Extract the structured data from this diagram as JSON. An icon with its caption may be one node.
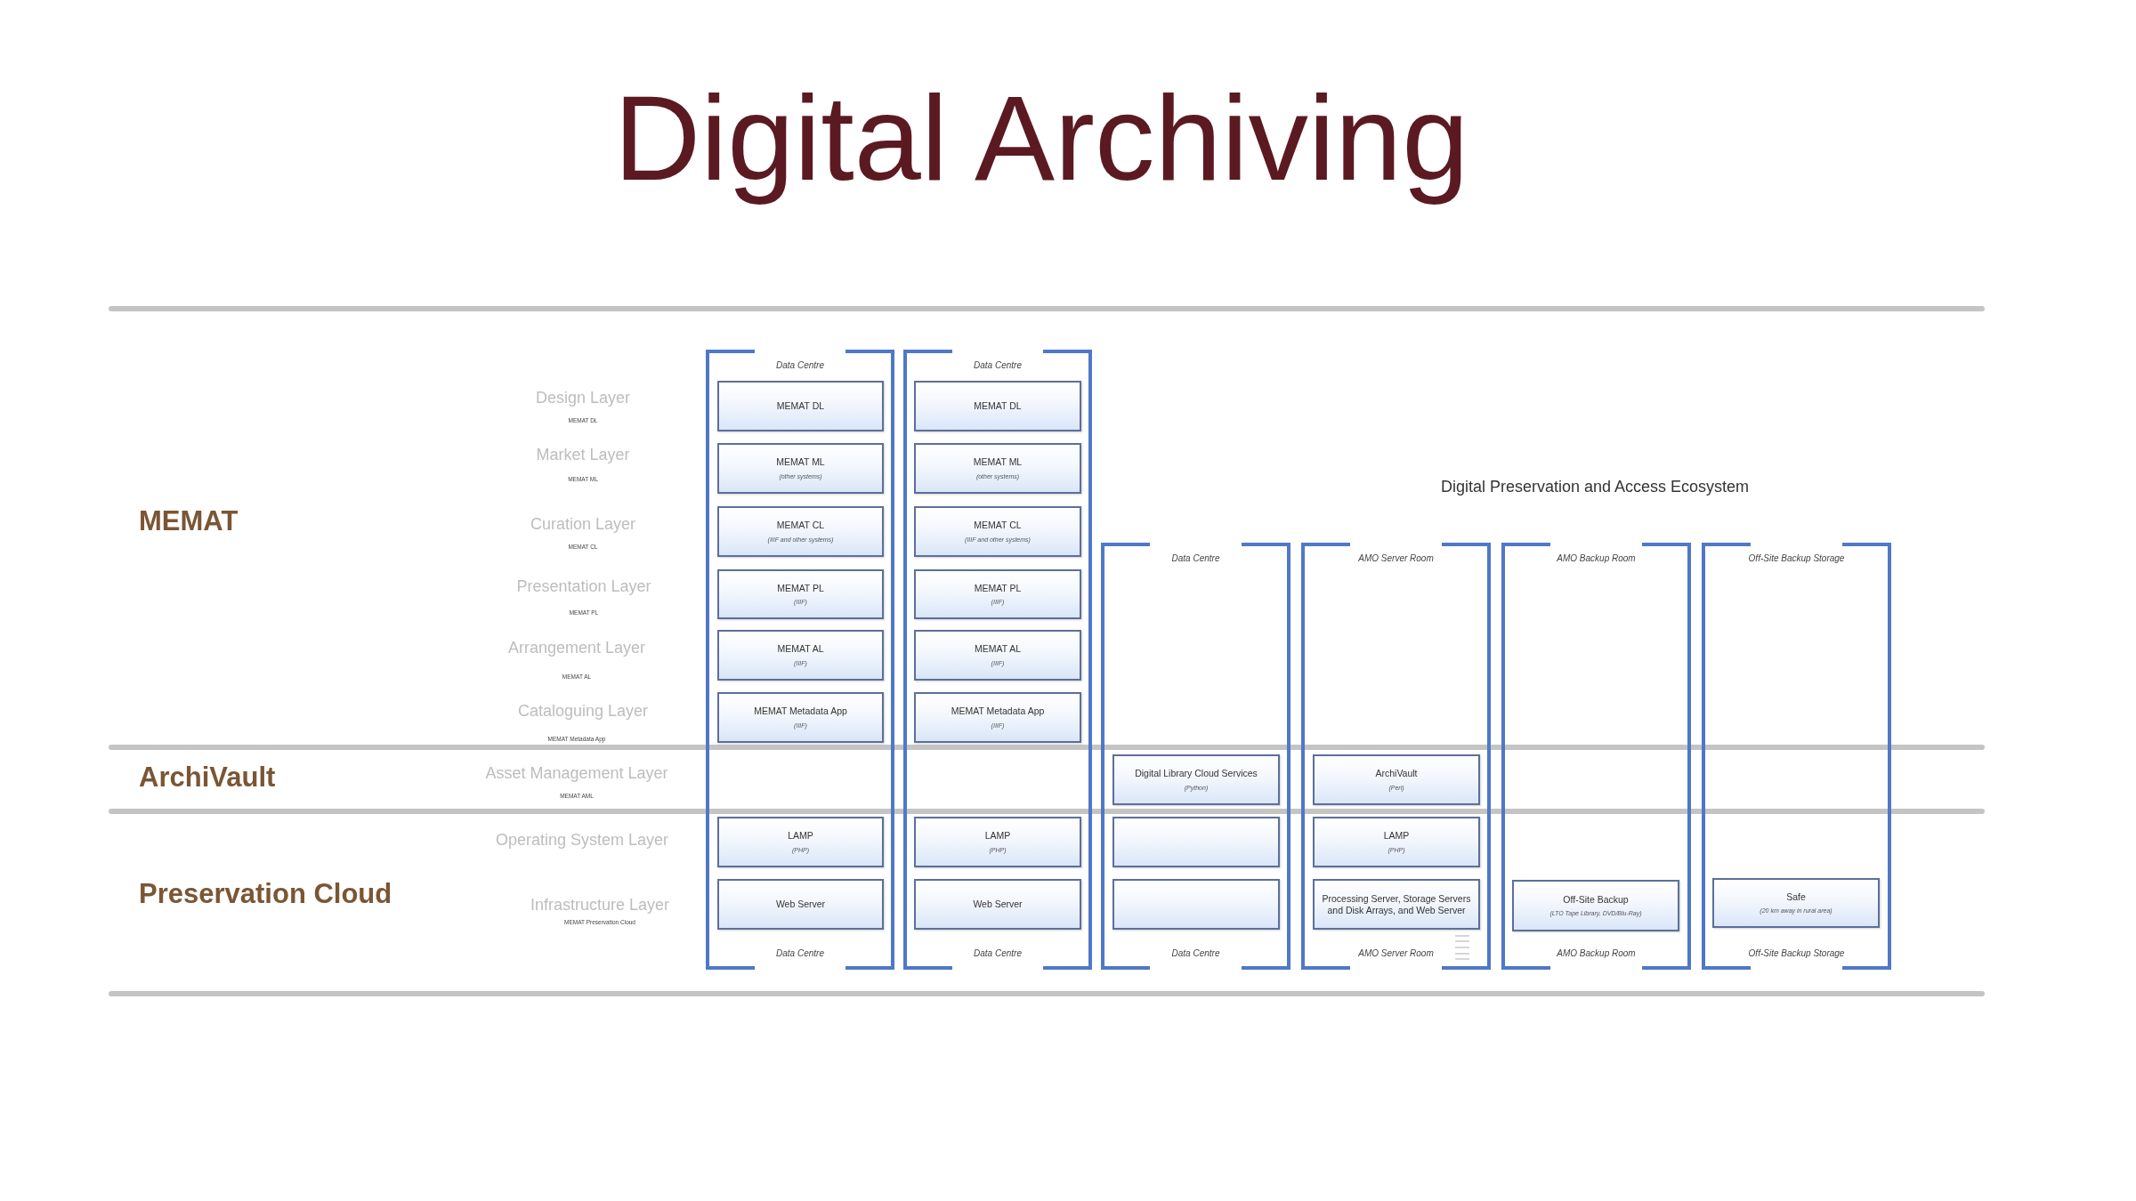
{
  "diagram": {
    "title": "Digital Archiving",
    "nodes": [
      {
        "text": [
          "Data Centre",
          "Data Centre"
        ]
      },
      {
        "text": [
          "MEMAT DL"
        ],
        "in": 0
      },
      {
        "text": [
          "MEMAT ML",
          "(other systems)"
        ],
        "in": 0
      },
      {
        "text": [
          "MEMAT CL",
          "(IIIF and other systems)"
        ],
        "in": 0
      },
      {
        "text": [
          "MEMAT PL",
          "(IIIF)"
        ],
        "in": 0
      },
      {
        "text": [
          "MEMAT AL",
          "(IIIF)"
        ],
        "in": 0
      },
      {
        "text": [
          "MEMAT Metadata App",
          "(IIIF)"
        ],
        "in": 0
      },
      {
        "text": [
          "LAMP",
          "(PHP)"
        ],
        "in": 0
      },
      {
        "text": [
          "Web Server"
        ],
        "in": 0
      },
      {
        "text": [
          "Data Centre",
          "Data Centre"
        ]
      },
      {
        "text": [
          "MEMAT DL"
        ],
        "in": 9
      },
      {
        "text": [
          "MEMAT ML",
          "(other systems)"
        ],
        "in": 9
      },
      {
        "text": [
          "MEMAT CL",
          "(IIIF and other systems)"
        ],
        "in": 9
      },
      {
        "text": [
          "MEMAT PL",
          "(IIIF)"
        ],
        "in": 9
      },
      {
        "text": [
          "MEMAT AL",
          "(IIIF)"
        ],
        "in": 9
      },
      {
        "text": [
          "MEMAT Metadata App",
          "(IIIF)"
        ],
        "in": 9
      },
      {
        "text": [
          "LAMP",
          "(PHP)"
        ],
        "in": 9
      },
      {
        "text": [
          "Web Server"
        ],
        "in": 9
      },
      {
        "text": [
          "Data Centre",
          "Data Centre"
        ]
      },
      {
        "text": [
          "Digital Library Cloud Services",
          "(Python)"
        ],
        "in": 18
      },
      {
        "text": [],
        "shape": "box",
        "in": 18
      },
      {
        "text": [],
        "shape": "box",
        "in": 18
      },
      {
        "text": [
          "AMO Server Room",
          "AMO Server Room"
        ]
      },
      {
        "text": [
          "ArchiVault",
          "(Perl)"
        ],
        "in": 22
      },
      {
        "text": [
          "LAMP",
          "(PHP)"
        ],
        "in": 22
      },
      {
        "text": [
          "Processing Server, Storage Servers and Disk Arrays, and Web Server"
        ],
        "in": 22
      },
      {
        "text": [
          "AMO Backup Room",
          "AMO Backup Room"
        ]
      },
      {
        "text": [
          "Off-Site Backup",
          "(LTO Tape Library, DVD/Blu-Ray)"
        ],
        "in": 26
      },
      {
        "text": [
          "Off-Site Backup Storage",
          "Off-Site Backup Storage"
        ]
      },
      {
        "text": [
          "Safe",
          "(20 km away in rural area)"
        ],
        "in": 28
      }
    ],
    "labels": [
      "Design Layer",
      "MEMAT DL",
      "Market Layer",
      "MEMAT ML",
      "Digital Preservation and Access Ecosystem",
      "MEMAT",
      "Curation Layer",
      "MEMAT CL",
      "Presentation Layer",
      "MEMAT PL",
      "Arrangement Layer",
      "MEMAT AL",
      "Cataloguing Layer",
      "MEMAT Metadata App",
      "ArchiVault",
      "Asset Management Layer",
      "MEMAT AML",
      "Operating System Layer",
      "Preservation Cloud",
      "Infrastructure Layer",
      "MEMAT Preservation Cloud"
    ]
  }
}
